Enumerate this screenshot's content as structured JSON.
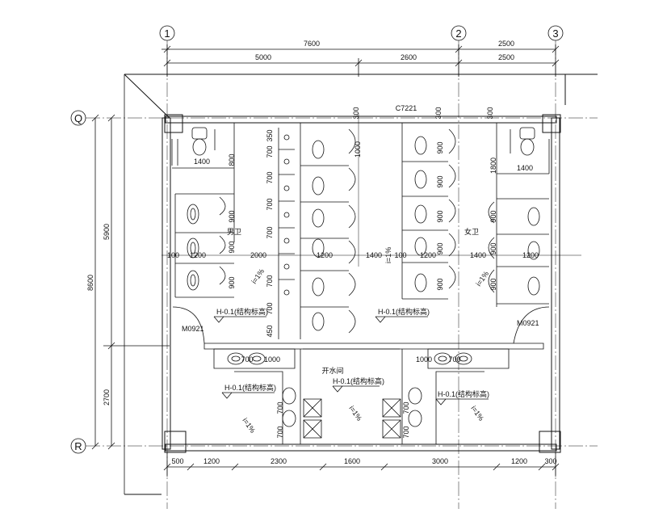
{
  "axes": {
    "top": [
      "1",
      "2",
      "3"
    ],
    "left": [
      "Q",
      "R"
    ]
  },
  "dims_top": {
    "total": "7600",
    "d1": "5000",
    "d2": "2600",
    "d3": "2500",
    "d4": "2500"
  },
  "dims_left": {
    "total": "8600",
    "upper": "5900",
    "lower": "2700"
  },
  "dims_bottom": [
    "500",
    "1200",
    "2300",
    "1600",
    "3000",
    "1200",
    "300"
  ],
  "window_label": "C7221",
  "door_left": "M0921",
  "door_right": "M0921",
  "room_men": "男卫",
  "room_women": "女卫",
  "room_water": "开水间",
  "level_mark": "H-0.1(结构标高)",
  "slope": "i=1%",
  "inner_dims": {
    "w1400": "1400",
    "w1200": "1200",
    "w2000": "2000",
    "w100": "100",
    "w1000": "1000",
    "w700": "700",
    "w900": "900",
    "w350": "350",
    "w450": "450",
    "w1800": "1800",
    "w800": "800",
    "w300": "300"
  }
}
